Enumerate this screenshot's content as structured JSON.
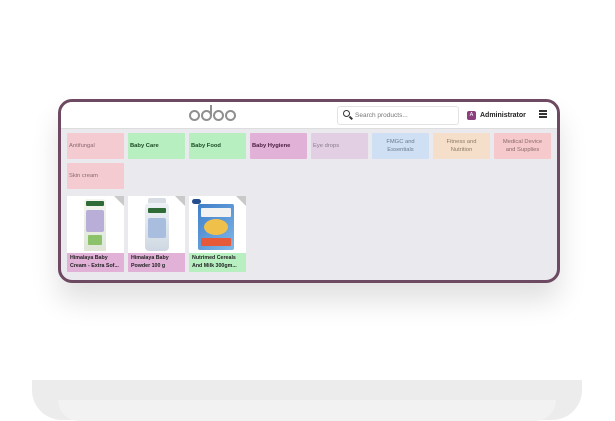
{
  "navbar": {
    "search_placeholder": "Search products...",
    "user_initial": "A",
    "user_name": "Administrator"
  },
  "categories": [
    {
      "label": "Antifungal",
      "color": "#f3cbd1"
    },
    {
      "label": "Baby Care",
      "color": "#b7efc0"
    },
    {
      "label": "Baby Food",
      "color": "#b7efc0"
    },
    {
      "label": "Baby Hygiene",
      "color": "#e1b1d7"
    },
    {
      "label": "Eye drops",
      "color": "#e2cfe3"
    },
    {
      "label": "FMGC and Essentials",
      "color": "#cfe0f5"
    },
    {
      "label": "Fitness and Nutrition",
      "color": "#f5dfca"
    },
    {
      "label": "Medical Device and Supplies",
      "color": "#f6c9cc"
    },
    {
      "label": "Skin cream",
      "color": "#f3cbd1"
    }
  ],
  "products": [
    {
      "name": "Himalaya Baby Cream - Extra Sof...",
      "caption_color": "#e1b1d7"
    },
    {
      "name": "Himalaya Baby Powder 100 g",
      "caption_color": "#e1b1d7"
    },
    {
      "name": "Nutrimed Cereals And Milk 300gm...",
      "caption_color": "#b7efc0"
    }
  ]
}
